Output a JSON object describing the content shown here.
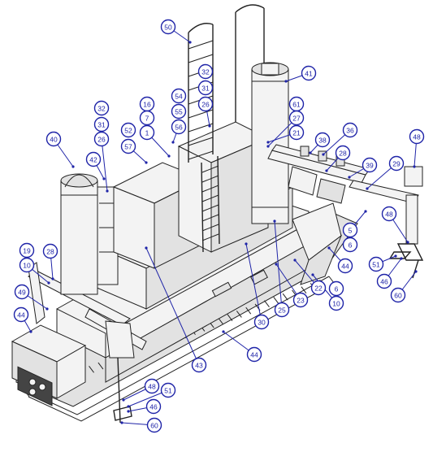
{
  "callouts": [
    {
      "label": "50"
    },
    {
      "label": "41"
    },
    {
      "label": "32"
    },
    {
      "label": "31"
    },
    {
      "label": "26"
    },
    {
      "label": "54"
    },
    {
      "label": "55"
    },
    {
      "label": "56"
    },
    {
      "label": "16"
    },
    {
      "label": "7"
    },
    {
      "label": "1"
    },
    {
      "label": "52"
    },
    {
      "label": "57"
    },
    {
      "label": "61"
    },
    {
      "label": "27"
    },
    {
      "label": "21"
    },
    {
      "label": "36"
    },
    {
      "label": "38"
    },
    {
      "label": "28"
    },
    {
      "label": "39"
    },
    {
      "label": "29"
    },
    {
      "label": "48"
    },
    {
      "label": "48"
    },
    {
      "label": "5"
    },
    {
      "label": "6"
    },
    {
      "label": "51"
    },
    {
      "label": "46"
    },
    {
      "label": "60"
    },
    {
      "label": "40"
    },
    {
      "label": "32"
    },
    {
      "label": "31"
    },
    {
      "label": "26"
    },
    {
      "label": "42"
    },
    {
      "label": "19"
    },
    {
      "label": "28"
    },
    {
      "label": "10"
    },
    {
      "label": "49"
    },
    {
      "label": "44"
    },
    {
      "label": "44"
    },
    {
      "label": "22"
    },
    {
      "label": "6"
    },
    {
      "label": "10"
    },
    {
      "label": "23"
    },
    {
      "label": "25"
    },
    {
      "label": "30"
    },
    {
      "label": "44"
    },
    {
      "label": "43"
    },
    {
      "label": "48"
    },
    {
      "label": "51"
    },
    {
      "label": "46"
    },
    {
      "label": "60"
    }
  ]
}
